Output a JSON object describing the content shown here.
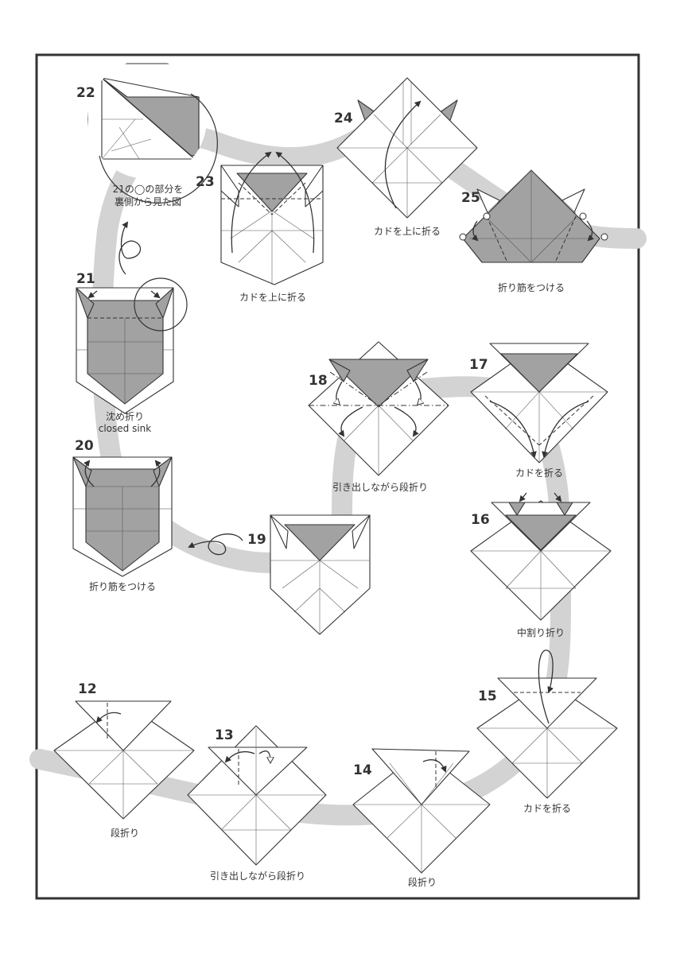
{
  "steps": [
    {
      "num": "12",
      "caption": "段折り"
    },
    {
      "num": "13",
      "caption": "引き出しながら段折り"
    },
    {
      "num": "14",
      "caption": "段折り"
    },
    {
      "num": "15",
      "caption": "カドを折る"
    },
    {
      "num": "16",
      "caption": "中割り折り"
    },
    {
      "num": "17",
      "caption": "カドを折る"
    },
    {
      "num": "18",
      "caption": "引き出しながら段折り"
    },
    {
      "num": "19",
      "caption": ""
    },
    {
      "num": "20",
      "caption": "折り筋をつける"
    },
    {
      "num": "21",
      "caption": "沈め折り",
      "caption2": "closed sink"
    },
    {
      "num": "22",
      "caption": "21の◯の部分を",
      "caption2": "裏側から見た図"
    },
    {
      "num": "23",
      "caption": "カドを上に折る"
    },
    {
      "num": "24",
      "caption": "カドを上に折る"
    },
    {
      "num": "25",
      "caption": "折り筋をつける"
    }
  ],
  "colors": {
    "paper": "#ffffff",
    "shade": "#a2a2a2",
    "path": "#d3d3d3",
    "ink": "#333333"
  }
}
